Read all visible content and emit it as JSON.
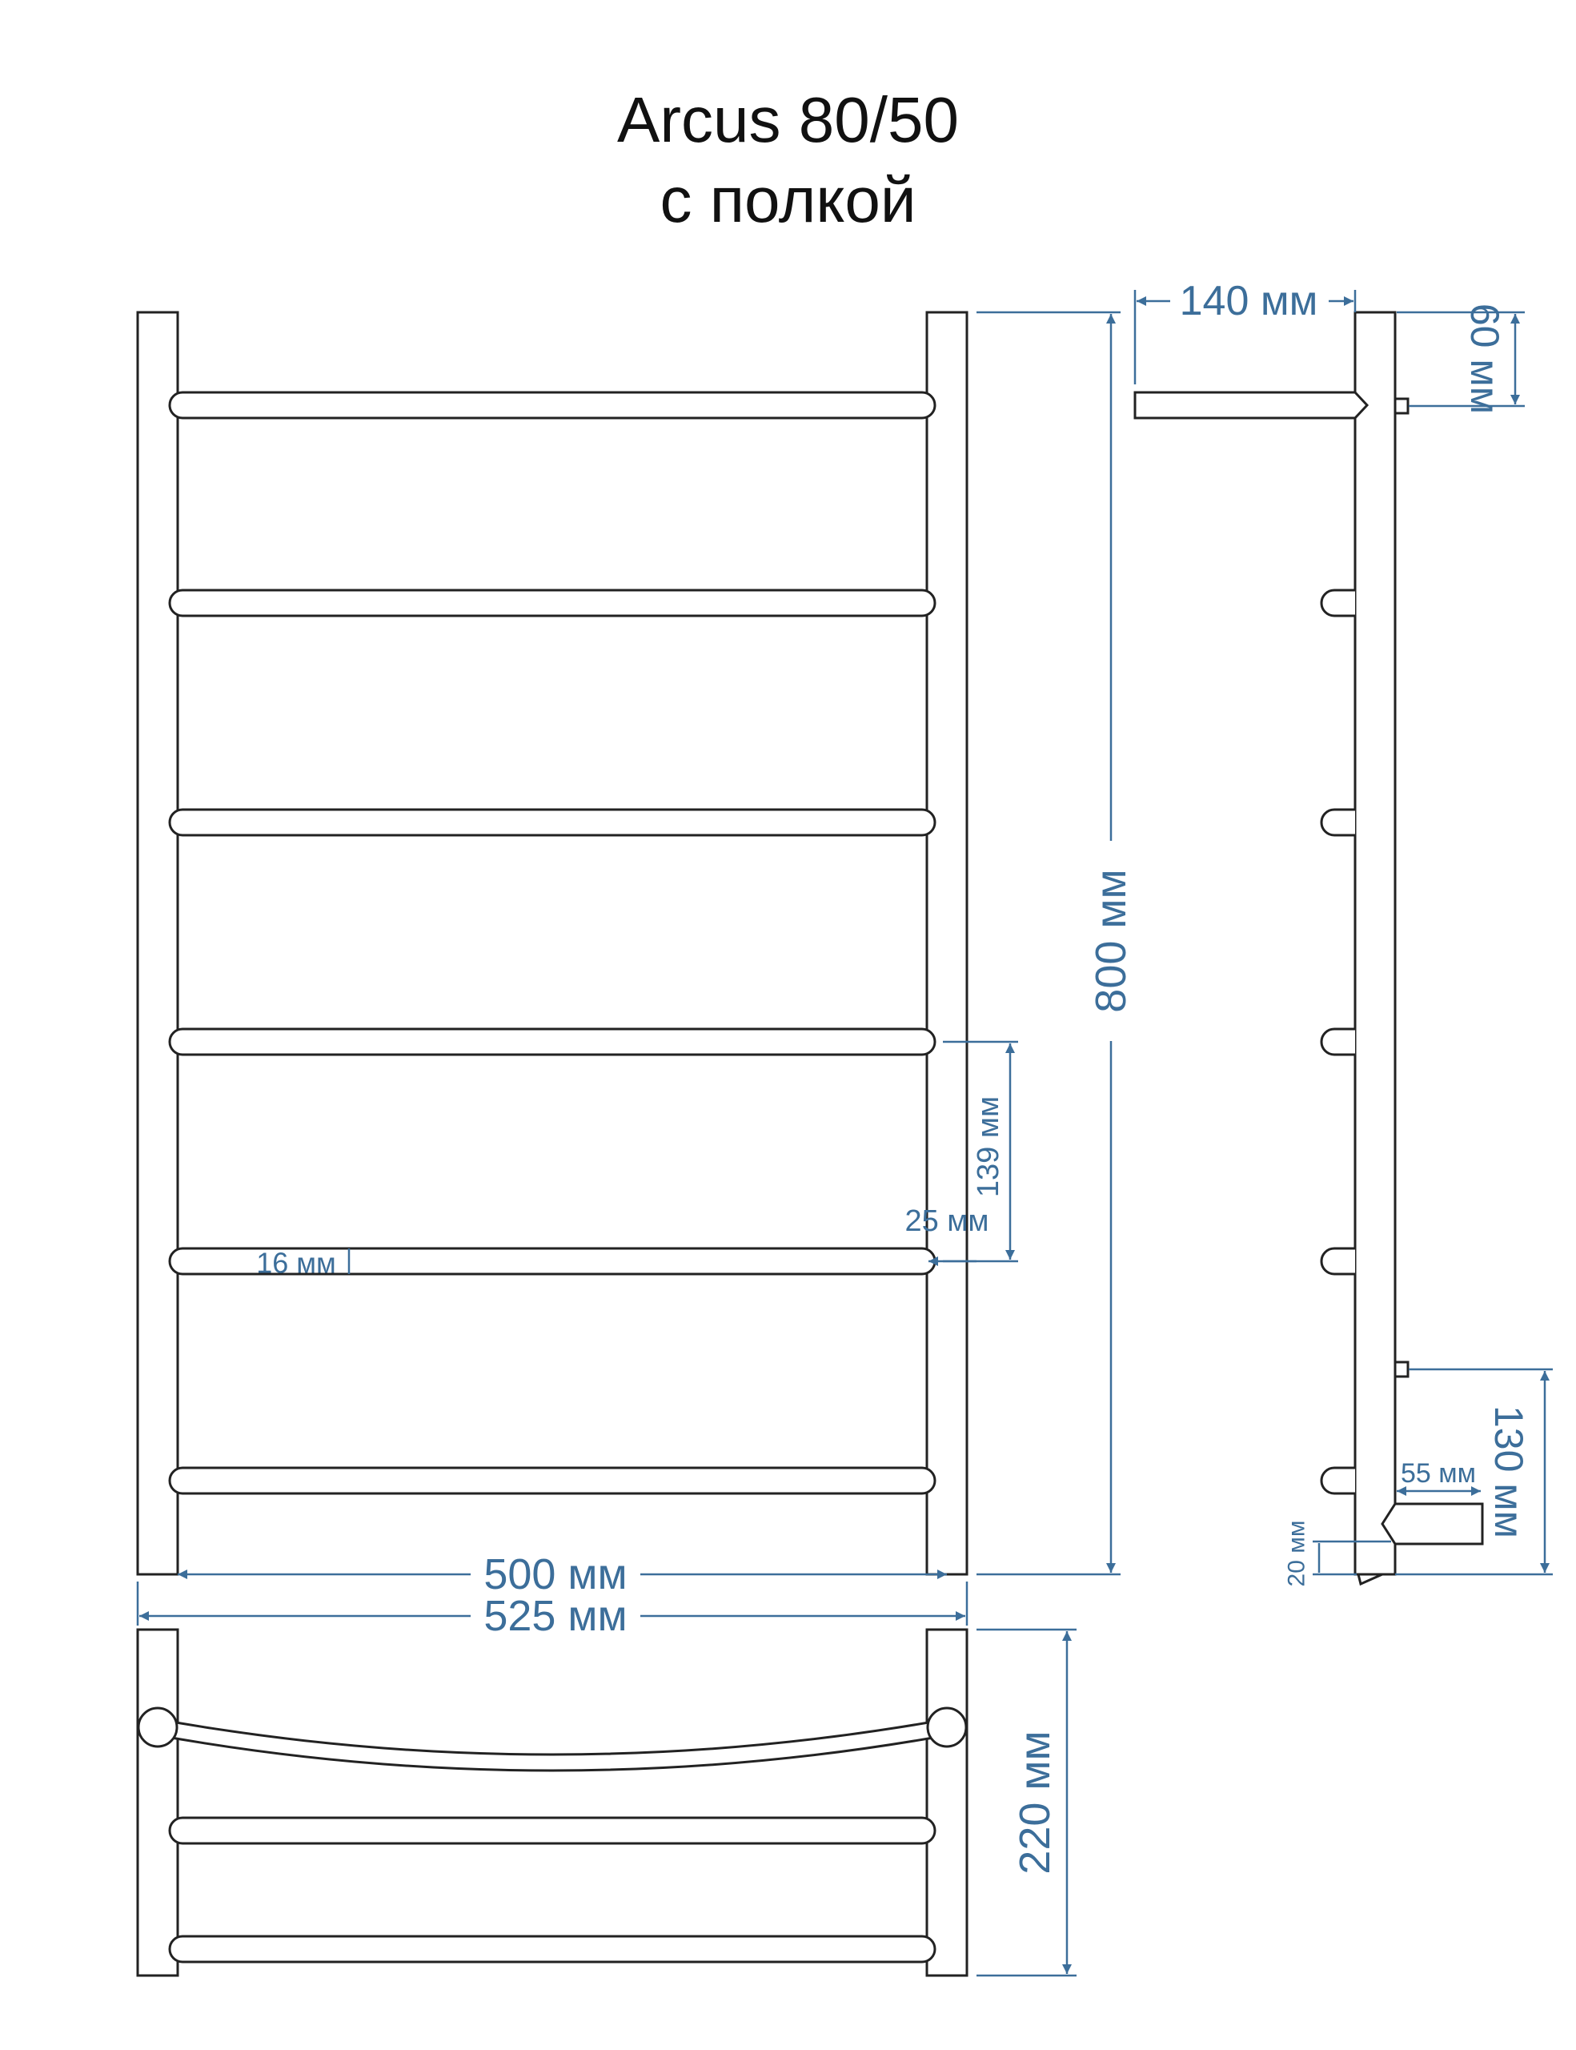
{
  "title": {
    "line1": "Arcus 80/50",
    "line2": "с полкой"
  },
  "dimensions": {
    "d140": "140 мм",
    "d60": "60 мм",
    "d800": "800 мм",
    "d139": "139 мм",
    "d25": "25 мм",
    "d16": "16 мм",
    "d500": "500 мм",
    "d525": "525 мм",
    "d130": "130 мм",
    "d55": "55 мм",
    "d20": "20 мм",
    "d220": "220 мм"
  },
  "colors": {
    "dimension": "#3c6e9a",
    "outline": "#222222"
  }
}
